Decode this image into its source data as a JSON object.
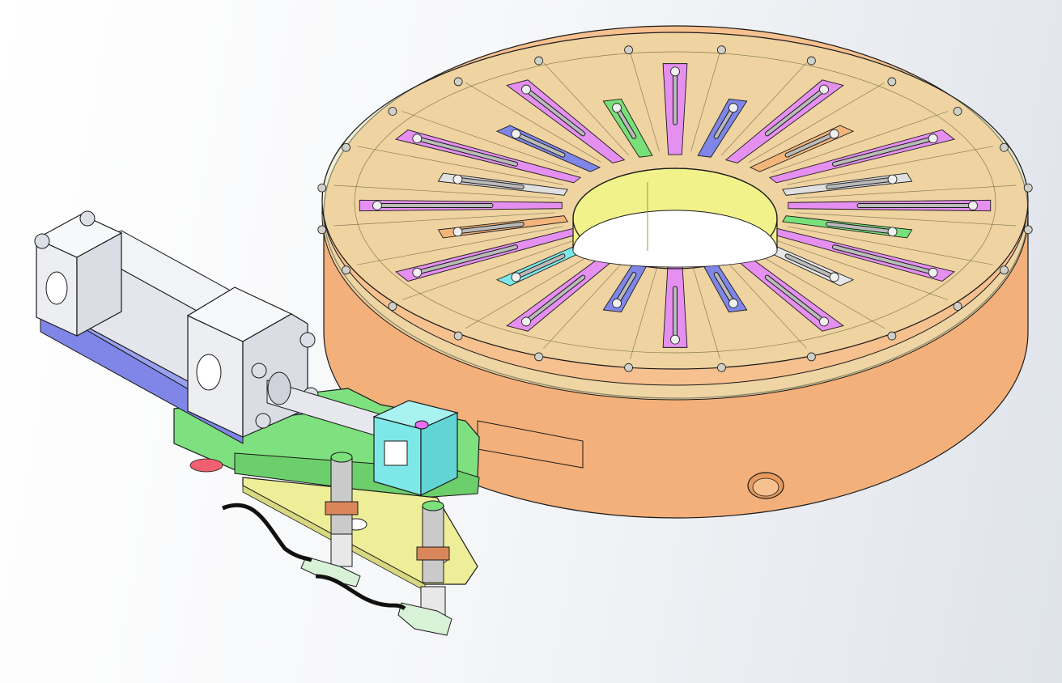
{
  "scene": {
    "background_colors": [
      "#ffffff",
      "#dfe3ea"
    ],
    "cover_color": "#e8e6b4",
    "edge_color": "#1a1a1a",
    "base_ring_color": "#f3b07a",
    "hub_color": "#f2f28a",
    "pocket_count": 24,
    "parts": [
      {
        "name": "indexing-plate",
        "color": "#f3b07a"
      },
      {
        "name": "transparent-cover",
        "color": "#e8e6b4"
      },
      {
        "name": "center-hub",
        "color": "#f2f28a"
      },
      {
        "name": "pneumatic-cylinder",
        "color": "#e4e6ec"
      },
      {
        "name": "cylinder-mount-plate",
        "color": "#7f86e8"
      },
      {
        "name": "mounting-bracket",
        "color": "#7fe07f"
      },
      {
        "name": "clevis-block",
        "color": "#7ee8e8"
      },
      {
        "name": "sensor-arm",
        "color": "#eeee99"
      },
      {
        "name": "proximity-sensor",
        "color": "#c8c8c8"
      },
      {
        "name": "sensor-cable",
        "color": "#111111"
      }
    ],
    "finger_colors": [
      "#e58ff0",
      "#7f86e8",
      "#e58ff0",
      "#f4b57a",
      "#e58ff0",
      "#e0e0e0",
      "#e58ff0",
      "#79e079",
      "#e58ff0",
      "#e8e8e8",
      "#e58ff0",
      "#7f86e8",
      "#e58ff0",
      "#7f86e8",
      "#e58ff0",
      "#7ee8e8",
      "#e58ff0",
      "#f4b57a",
      "#e58ff0",
      "#e0e0e0",
      "#e58ff0",
      "#7f86e8",
      "#e58ff0",
      "#79e079"
    ]
  }
}
